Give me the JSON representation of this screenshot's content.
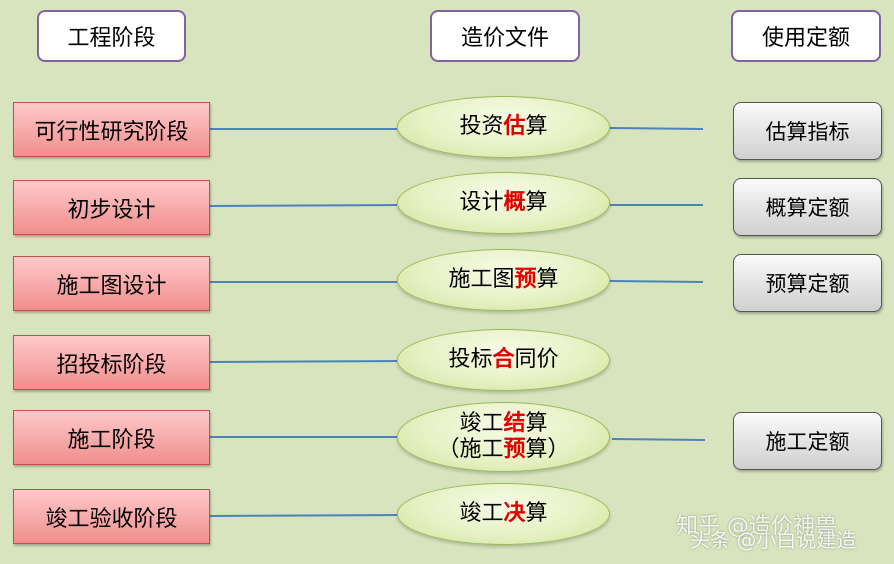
{
  "headers": {
    "stage": "工程阶段",
    "document": "造价文件",
    "quota": "使用定额"
  },
  "rows": [
    {
      "stage": "可行性研究阶段",
      "doc": {
        "pre": "投资",
        "hl": "估",
        "post": "算"
      },
      "quota": "估算指标"
    },
    {
      "stage": "初步设计",
      "doc": {
        "pre": "设计",
        "hl": "概",
        "post": "算"
      },
      "quota": "概算定额"
    },
    {
      "stage": "施工图设计",
      "doc": {
        "pre": "施工图",
        "hl": "预",
        "post": "算"
      },
      "quota": "预算定额"
    },
    {
      "stage": "招投标阶段",
      "doc": {
        "pre": "投标",
        "hl": "合",
        "post": "同价"
      },
      "quota": ""
    },
    {
      "stage": "施工阶段",
      "doc": {
        "pre": "竣工",
        "hl": "结",
        "post": "算",
        "line2_pre": "（施工",
        "line2_hl": "预",
        "line2_post": "算）"
      },
      "quota": "施工定额"
    },
    {
      "stage": "竣工验收阶段",
      "doc": {
        "pre": "竣工",
        "hl": "决",
        "post": "算"
      },
      "quota": ""
    }
  ],
  "watermark": {
    "line1": "知乎 @造价神兽",
    "line2": "头条 @小白说建造"
  },
  "colors": {
    "background": "#d7e4bd",
    "connector": "#4f81bd",
    "highlight": "#e00000",
    "header_border": "#8064a2"
  }
}
